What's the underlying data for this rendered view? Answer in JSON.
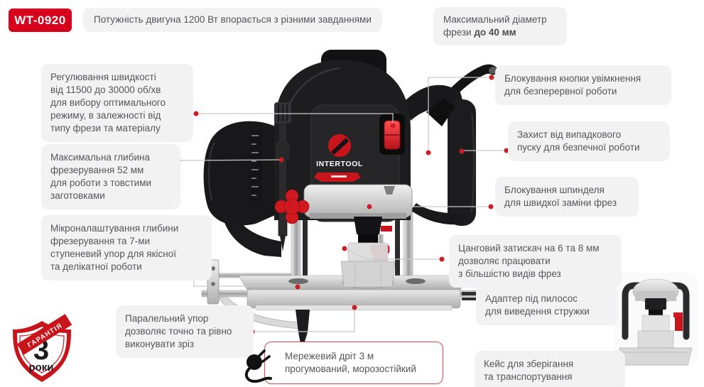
{
  "meta": {
    "model": "WT-0920",
    "brand": "INTERTOOL"
  },
  "colors": {
    "accent_red": "#d6001c",
    "logo_red": "#c8151b",
    "callout_bg": "#f2f2f2",
    "callout_text": "#54565b",
    "connector_gray": "#c9c9c9",
    "dot_red": "#cc1f26",
    "cord_border": "#d64a52"
  },
  "header": {
    "model_badge": "WT-0920",
    "power_note": "Потужність двигуна 1200 Вт впорається з різними завданнями",
    "max_diameter_line1": "Максимальний діаметр",
    "max_diameter_prefix": "фрези ",
    "max_diameter_bold": "до 40 мм"
  },
  "callouts": {
    "left": [
      {
        "id": "speed-control",
        "text": "Регулювання швидкості\nвід 11500 до 30000 об/хв\nдля вибору оптимального\nрежиму, в залежності від\nтипу фрези та матеріалу"
      },
      {
        "id": "max-depth",
        "text": "Максимальна глибина\nфрезерування 52 мм\nдля роботи з товстими\nзаготовками"
      },
      {
        "id": "fine-adjust",
        "text": "Мікроналаштування глибини\nфрезерування та 7-ми\nступеневий упор для якісної\nта делікатної роботи"
      },
      {
        "id": "parallel-guide",
        "text": "Паралельний упор\nдозволяє точно та рівно\nвиконувати зріз"
      }
    ],
    "right": [
      {
        "id": "lock-on-button",
        "text": "Блокування кнопки увімкнення\nдля безперервної роботи"
      },
      {
        "id": "start-protection",
        "text": "Захист від випадкового\nпуску для безпечної роботи"
      },
      {
        "id": "spindle-lock",
        "text": "Блокування шпинделя\nдля швидкої заміни фрез"
      },
      {
        "id": "collet-clamp",
        "text": "Цанговий затискач на 6 та 8 мм\nдозволяє працювати\nз більшістю видів фрез"
      },
      {
        "id": "vacuum-adapter",
        "text": "Адаптер під пилосос\nдля виведення стружки"
      },
      {
        "id": "storage-case",
        "text": "Кейс для зберігання\nта транспортування"
      }
    ],
    "cord": {
      "id": "power-cord",
      "text": "Мережевий дріт 3 м\nпрогумований, морозостійкий"
    }
  },
  "warranty": {
    "number": "3",
    "unit": "роки",
    "ribbon": "ГАРАНТІЯ"
  },
  "product": {
    "brand": "INTERTOOL"
  }
}
